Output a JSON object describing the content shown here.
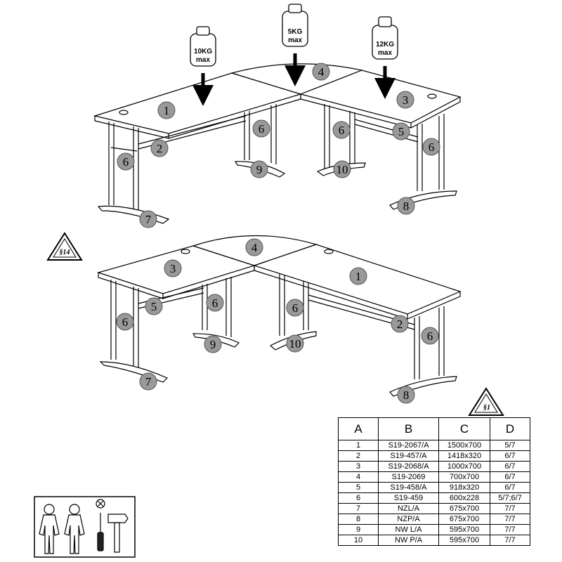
{
  "weights": {
    "w1": {
      "value": "10KG",
      "unit": "max"
    },
    "w2": {
      "value": "5KG",
      "unit": "max"
    },
    "w3": {
      "value": "12KG",
      "unit": "max"
    }
  },
  "warnings": {
    "top": "§14",
    "table": "§1"
  },
  "callouts": {
    "d1_1": "1",
    "d1_2": "2",
    "d1_3": "3",
    "d1_4": "4",
    "d1_5": "5",
    "d1_6a": "6",
    "d1_6b": "6",
    "d1_6c": "6",
    "d1_6d": "6",
    "d1_7": "7",
    "d1_8": "8",
    "d1_9": "9",
    "d1_10": "10",
    "d2_1": "1",
    "d2_2": "2",
    "d2_3": "3",
    "d2_4": "4",
    "d2_5": "5",
    "d2_6a": "6",
    "d2_6b": "6",
    "d2_6c": "6",
    "d2_6d": "6",
    "d2_7": "7",
    "d2_8": "8",
    "d2_9": "9",
    "d2_10": "10"
  },
  "table": {
    "headers": [
      "A",
      "B",
      "C",
      "D"
    ],
    "rows": [
      [
        "1",
        "S19-2067/A",
        "1500x700",
        "5/7"
      ],
      [
        "2",
        "S19-457/A",
        "1418x320",
        "6/7"
      ],
      [
        "3",
        "S19-2068/A",
        "1000x700",
        "6/7"
      ],
      [
        "4",
        "S19-2069",
        "700x700",
        "6/7"
      ],
      [
        "5",
        "S19-458/A",
        "918x320",
        "6/7"
      ],
      [
        "6",
        "S19-459",
        "600x228",
        "5/7;6/7"
      ],
      [
        "7",
        "NZL/A",
        "675x700",
        "7/7"
      ],
      [
        "8",
        "NZP/A",
        "675x700",
        "7/7"
      ],
      [
        "9",
        "NW L/A",
        "595x700",
        "7/7"
      ],
      [
        "10",
        "NW P/A",
        "595x700",
        "7/7"
      ]
    ]
  },
  "assembly_info": {
    "people_icon": "two-person-icon",
    "screwdriver_icon": "screwdriver-icon",
    "no_drill_icon": "no-drill-icon",
    "hammer_icon": "hammer-icon"
  }
}
